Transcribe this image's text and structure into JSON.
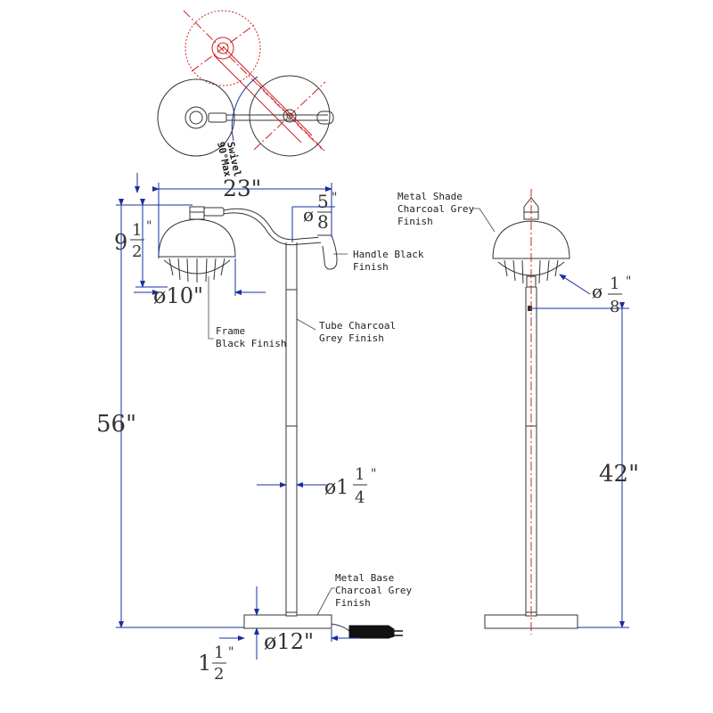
{
  "top_view": {
    "swivel_label": "Swivel",
    "max_label": "90°Max"
  },
  "dimensions": {
    "total_reach": "23\"",
    "handle_diameter_prefix": "ø",
    "handle_diameter_num": "5",
    "handle_diameter_den": "8",
    "handle_diameter_suffix": "\"",
    "shade_height_whole": "9",
    "shade_height_num": "1",
    "shade_height_den": "2",
    "shade_height_suffix": "\"",
    "shade_diameter": "ø10\"",
    "overall_height": "56\"",
    "tube_diameter_prefix": "ø1",
    "tube_diameter_num": "1",
    "tube_diameter_den": "4",
    "tube_diameter_suffix": "\"",
    "base_diameter": "ø12\"",
    "base_height_whole": "1",
    "base_height_num": "1",
    "base_height_den": "2",
    "base_height_suffix": "\"",
    "switch_diameter_prefix": "ø",
    "switch_diameter_num": "1",
    "switch_diameter_den": "8",
    "switch_diameter_suffix": "\"",
    "switch_height": "42\""
  },
  "callouts": {
    "handle": [
      "Handle Black",
      "Finish"
    ],
    "frame": [
      "Frame",
      "Black Finish"
    ],
    "tube": [
      "Tube Charcoal",
      "Grey Finish"
    ],
    "base": [
      "Metal Base",
      "Charcoal Grey",
      "Finish"
    ],
    "shade": [
      "Metal Shade",
      "Charcoal Grey",
      "Finish"
    ]
  }
}
